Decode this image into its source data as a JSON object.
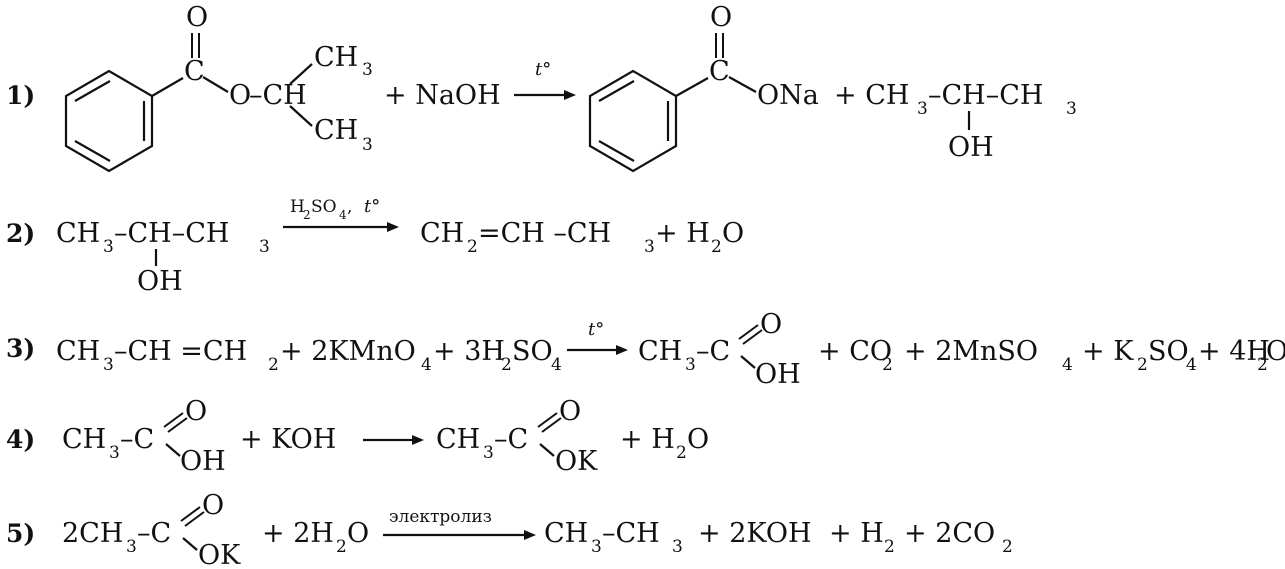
{
  "page": {
    "background": "#ffffff",
    "ink": "#111111"
  },
  "reactions": [
    {
      "number": "1)",
      "left": {
        "ester_oxygen": "O",
        "carbonyl_c": "C",
        "carbonyl_o": "O",
        "branch_ch": "–CH",
        "ch3_top": "CH",
        "ch3_bottom": "CH",
        "sub3": "3"
      },
      "reagent": "+ NaOH",
      "condition": "t°",
      "right": {
        "carbonyl_c": "C",
        "carbonyl_o": "O",
        "salt": "ONa",
        "plus_alcohol": "+ CH",
        "sub3": "3",
        "mid": "–CH–CH",
        "oh": "OH"
      }
    },
    {
      "number": "2)",
      "left": {
        "a": "CH",
        "sub3": "3",
        "mid": "–CH–CH",
        "oh": "OH"
      },
      "condition": {
        "h2": "H",
        "sub2": "2",
        "so": "SO",
        "sub4": "4",
        "comma": ",",
        "t": "t°"
      },
      "right": {
        "a": "CH",
        "sub2": "2",
        "b": "=CH –CH",
        "sub3": "3",
        "c": "+ H",
        "d": "O"
      }
    },
    {
      "number": "3)",
      "left": {
        "a": "CH",
        "sub3": "3",
        "b": "–CH =CH",
        "sub2": "2",
        "c": "+ 2KMnO",
        "sub4": "4",
        "d": "+ 3H",
        "e": "SO"
      },
      "condition": "t°",
      "right": {
        "a": "CH",
        "sub3": "3",
        "b": "–C",
        "o": "O",
        "oh": "OH",
        "c": "+ CO",
        "sub2": "2",
        "d": "+ 2MnSO",
        "sub4": "4",
        "e": "+ K",
        "f": "SO",
        "g": "+ 4H",
        "h": "O"
      }
    },
    {
      "number": "4)",
      "left": {
        "a": "CH",
        "sub3": "3",
        "b": "–C",
        "o": "O",
        "oh": "OH",
        "reagent": "+ KOH"
      },
      "right": {
        "a": "CH",
        "sub3": "3",
        "b": "–C",
        "o": "O",
        "ok": "OK",
        "c": "+ H",
        "sub2": "2",
        "d": "O"
      }
    },
    {
      "number": "5)",
      "left": {
        "a": "2CH",
        "sub3": "3",
        "b": "–C",
        "o": "O",
        "ok": "OK",
        "c": "+ 2H",
        "sub2": "2",
        "d": "O"
      },
      "condition": "электролиз",
      "right": {
        "a": "CH",
        "sub3": "3",
        "b": "–CH",
        "c": "+ 2KOH",
        "d": "+ H",
        "sub2": "2",
        "e": "+ 2CO"
      }
    }
  ]
}
